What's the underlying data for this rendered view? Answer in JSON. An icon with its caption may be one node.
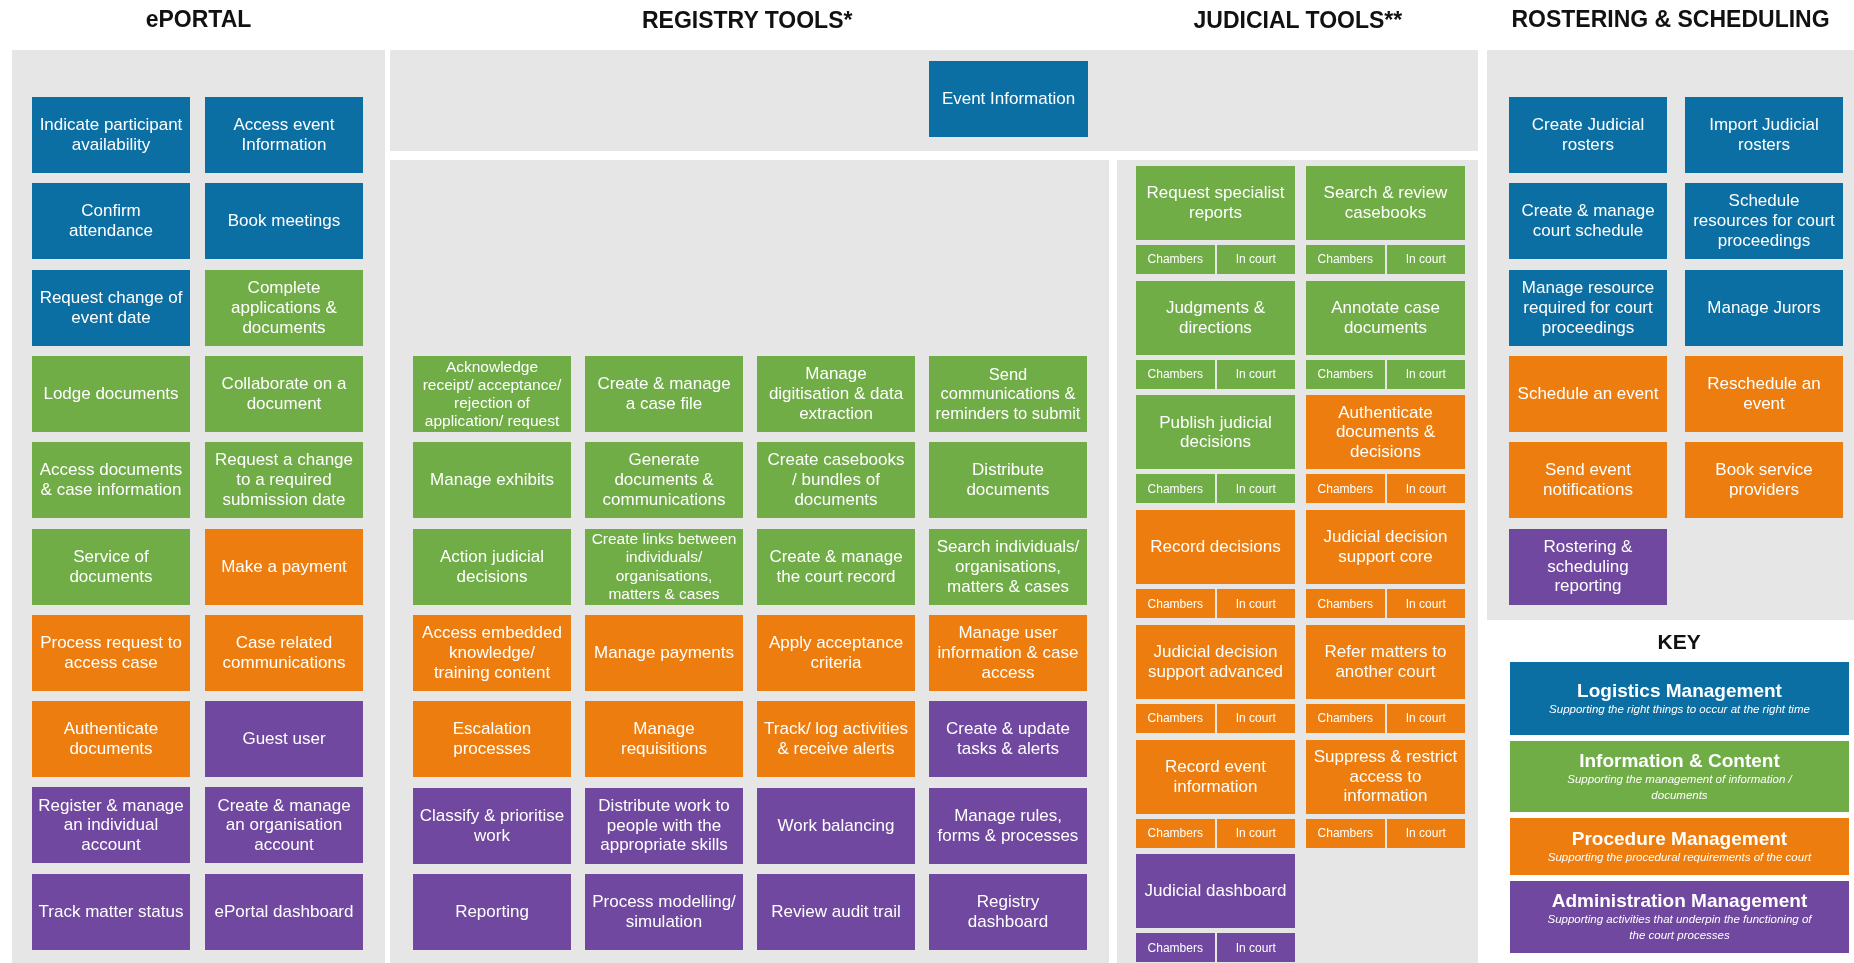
{
  "diagram": {
    "nodes": [
      {
        "text": [
          "ePORTAL"
        ]
      },
      {
        "text": [
          "Indicate participant availability"
        ],
        "in": 0
      },
      {
        "text": [
          "Access event Information"
        ],
        "in": 0
      },
      {
        "text": [
          "Confirm attendance"
        ],
        "in": 0
      },
      {
        "text": [
          "Book meetings"
        ],
        "in": 0
      },
      {
        "text": [
          "Request change of event date"
        ],
        "in": 0
      },
      {
        "text": [
          "Complete applications & documents"
        ],
        "in": 0
      },
      {
        "text": [
          "Lodge documents"
        ],
        "in": 0
      },
      {
        "text": [
          "Collaborate on a document"
        ],
        "in": 0
      },
      {
        "text": [
          "Access documents & case information"
        ],
        "in": 0
      },
      {
        "text": [
          "Request a change to a required submission date"
        ],
        "in": 0
      },
      {
        "text": [
          "Service of documents"
        ],
        "in": 0
      },
      {
        "text": [
          "Make a payment"
        ],
        "in": 0
      },
      {
        "text": [
          "Process request to access case"
        ],
        "in": 0
      },
      {
        "text": [
          "Case related communications"
        ],
        "in": 0
      },
      {
        "text": [
          "Authenticate documents"
        ],
        "in": 0
      },
      {
        "text": [
          "Guest user"
        ],
        "in": 0
      },
      {
        "text": [
          "Register & manage an individual account"
        ],
        "in": 0
      },
      {
        "text": [
          "Create & manage an organisation account"
        ],
        "in": 0
      },
      {
        "text": [
          "Track matter status"
        ],
        "in": 0
      },
      {
        "text": [
          "ePortal dashboard"
        ],
        "in": 0
      },
      {
        "text": [],
        "shape": "box"
      },
      {
        "text": [
          "Event Information"
        ],
        "in": 21
      },
      {
        "text": [],
        "shape": "box"
      },
      {
        "text": [
          "Acknowledge receipt/ acceptance/ rejection of application/ request"
        ],
        "in": 23
      },
      {
        "text": [
          "Create & manage a case file"
        ],
        "in": 23
      },
      {
        "text": [
          "Manage digitisation & data extraction"
        ],
        "in": 23
      },
      {
        "text": [
          "Send communications & reminders to submit"
        ],
        "in": 23
      },
      {
        "text": [
          "Manage exhibits"
        ],
        "in": 23
      },
      {
        "text": [
          "Generate documents & communications"
        ],
        "in": 23
      },
      {
        "text": [
          "Create casebooks / bundles of documents"
        ],
        "in": 23
      },
      {
        "text": [
          "Distribute documents"
        ],
        "in": 23
      },
      {
        "text": [
          "Action judicial decisions"
        ],
        "in": 23
      },
      {
        "text": [
          "Create links between individuals/ organisations, matters & cases"
        ],
        "in": 23
      },
      {
        "text": [
          "Create & manage the court record"
        ],
        "in": 23
      },
      {
        "text": [
          "Search individuals/ organisations, matters & cases"
        ],
        "in": 23
      },
      {
        "text": [
          "Access embedded knowledge/ training content"
        ],
        "in": 23
      },
      {
        "text": [
          "Manage payments"
        ],
        "in": 23
      },
      {
        "text": [
          "Apply acceptance criteria"
        ],
        "in": 23
      },
      {
        "text": [
          "Manage user information & case access"
        ],
        "in": 23
      },
      {
        "text": [
          "Escalation processes"
        ],
        "in": 23
      },
      {
        "text": [
          "Manage requisitions"
        ],
        "in": 23
      },
      {
        "text": [
          "Track/ log activities & receive alerts"
        ],
        "in": 23
      },
      {
        "text": [
          "Create & update tasks & alerts"
        ],
        "in": 23
      },
      {
        "text": [
          "Classify & prioritise work"
        ],
        "in": 23
      },
      {
        "text": [
          "Distribute work to people with the appropriate skills"
        ],
        "in": 23
      },
      {
        "text": [
          "Work balancing"
        ],
        "in": 23
      },
      {
        "text": [
          "Manage rules, forms & processes"
        ],
        "in": 23
      },
      {
        "text": [
          "Reporting"
        ],
        "in": 23
      },
      {
        "text": [
          "Process modelling/ simulation"
        ],
        "in": 23
      },
      {
        "text": [
          "Review audit trail"
        ],
        "in": 23
      },
      {
        "text": [
          "Registry dashboard"
        ],
        "in": 23
      },
      {
        "text": [],
        "shape": "box"
      },
      {
        "text": [
          "Request specialist reports"
        ],
        "in": 52
      },
      {
        "text": [
          "Search & review casebooks"
        ],
        "in": 52
      },
      {
        "text": [
          "Chambers"
        ],
        "in": 52
      },
      {
        "text": [
          "In court"
        ],
        "in": 52
      },
      {
        "text": [
          "Chambers"
        ],
        "in": 52
      },
      {
        "text": [
          "In court"
        ],
        "in": 52
      },
      {
        "text": [
          "Judgments & directions"
        ],
        "in": 52
      },
      {
        "text": [
          "Annotate case documents"
        ],
        "in": 52
      },
      {
        "text": [
          "Chambers"
        ],
        "in": 52
      },
      {
        "text": [
          "In court"
        ],
        "in": 52
      },
      {
        "text": [
          "Chambers"
        ],
        "in": 52
      },
      {
        "text": [
          "In court"
        ],
        "in": 52
      },
      {
        "text": [
          "Publish judicial decisions"
        ],
        "in": 52
      },
      {
        "text": [
          "Authenticate documents & decisions"
        ],
        "in": 52
      },
      {
        "text": [
          "Chambers"
        ],
        "in": 52
      },
      {
        "text": [
          "In court"
        ],
        "in": 52
      },
      {
        "text": [
          "Chambers"
        ],
        "in": 52
      },
      {
        "text": [
          "In court"
        ],
        "in": 52
      },
      {
        "text": [
          "Record decisions"
        ],
        "in": 52
      },
      {
        "text": [
          "Judicial decision support core"
        ],
        "in": 52
      },
      {
        "text": [
          "Chambers"
        ],
        "in": 52
      },
      {
        "text": [
          "In court"
        ],
        "in": 52
      },
      {
        "text": [
          "Chambers"
        ],
        "in": 52
      },
      {
        "text": [
          "In court"
        ],
        "in": 52
      },
      {
        "text": [
          "Judicial decision support advanced"
        ],
        "in": 52
      },
      {
        "text": [
          "Refer matters to another court"
        ],
        "in": 52
      },
      {
        "text": [
          "Chambers"
        ],
        "in": 52
      },
      {
        "text": [
          "In court"
        ],
        "in": 52
      },
      {
        "text": [
          "Chambers"
        ],
        "in": 52
      },
      {
        "text": [
          "In court"
        ],
        "in": 52
      },
      {
        "text": [
          "Record event information"
        ],
        "in": 52
      },
      {
        "text": [
          "Suppress & restrict access to information"
        ],
        "in": 52
      },
      {
        "text": [
          "Chambers"
        ],
        "in": 52
      },
      {
        "text": [
          "In court"
        ],
        "in": 52
      },
      {
        "text": [
          "Chambers"
        ],
        "in": 52
      },
      {
        "text": [
          "In court"
        ],
        "in": 52
      },
      {
        "text": [
          "Judicial dashboard"
        ],
        "in": 52
      },
      {
        "text": [
          "Chambers"
        ],
        "in": 52
      },
      {
        "text": [
          "In court"
        ],
        "in": 52
      },
      {
        "text": [
          "ROSTERING & SCHEDULING"
        ]
      },
      {
        "text": [
          "Create Judicial rosters"
        ],
        "in": 92
      },
      {
        "text": [
          "Import Judicial rosters"
        ],
        "in": 92
      },
      {
        "text": [
          "Create & manage court schedule"
        ],
        "in": 92
      },
      {
        "text": [
          "Schedule resources for court proceedings"
        ],
        "in": 92
      },
      {
        "text": [
          "Manage resource required for court proceedings"
        ],
        "in": 92
      },
      {
        "text": [
          "Manage Jurors"
        ],
        "in": 92
      },
      {
        "text": [
          "Schedule an event"
        ],
        "in": 92
      },
      {
        "text": [
          "Reschedule an event"
        ],
        "in": 92
      },
      {
        "text": [
          "Send event notifications"
        ],
        "in": 92
      },
      {
        "text": [
          "Book service providers"
        ],
        "in": 92
      },
      {
        "text": [
          "Rostering & scheduling reporting"
        ],
        "in": 92
      }
    ],
    "labels": [
      "REGISTRY TOOLS*",
      "JUDICIAL TOOLS**",
      "KEY",
      "Supporting the right things to occur at the right time",
      "Supporting the management of information / documents",
      "Supporting the procedural requirements of the court",
      "Supporting activities that underpin the functioning of the court processes"
    ],
    "legend": [
      {
        "text": "Logistics Management",
        "color": "#0b6fa4"
      },
      {
        "text": "Information & Content",
        "color": "#70ad47"
      },
      {
        "text": "Procedure Management",
        "color": "#ed7d0e"
      },
      {
        "text": "Administration Management",
        "color": "#7048a0"
      }
    ]
  }
}
